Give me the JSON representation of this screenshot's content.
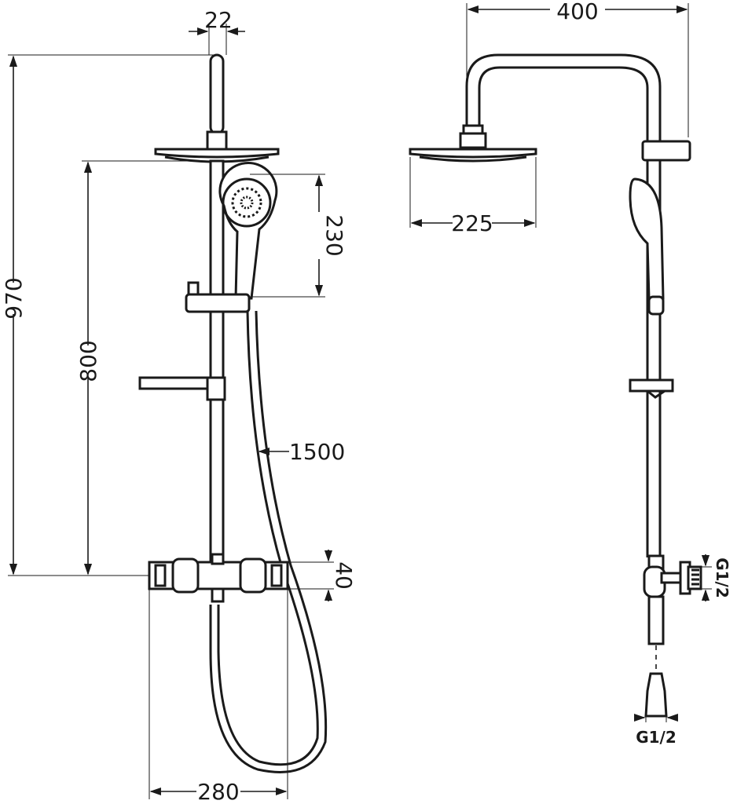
{
  "dimensions": {
    "rail_diameter": "22",
    "total_height": "970",
    "rail_height": "800",
    "hand_shower_length": "230",
    "hose_length": "1500",
    "thermostat_height": "40",
    "thermostat_width": "280",
    "arm_reach": "400",
    "head_diameter": "225",
    "outlet_thread": "G1/2",
    "inlet_thread": "G1/2"
  }
}
